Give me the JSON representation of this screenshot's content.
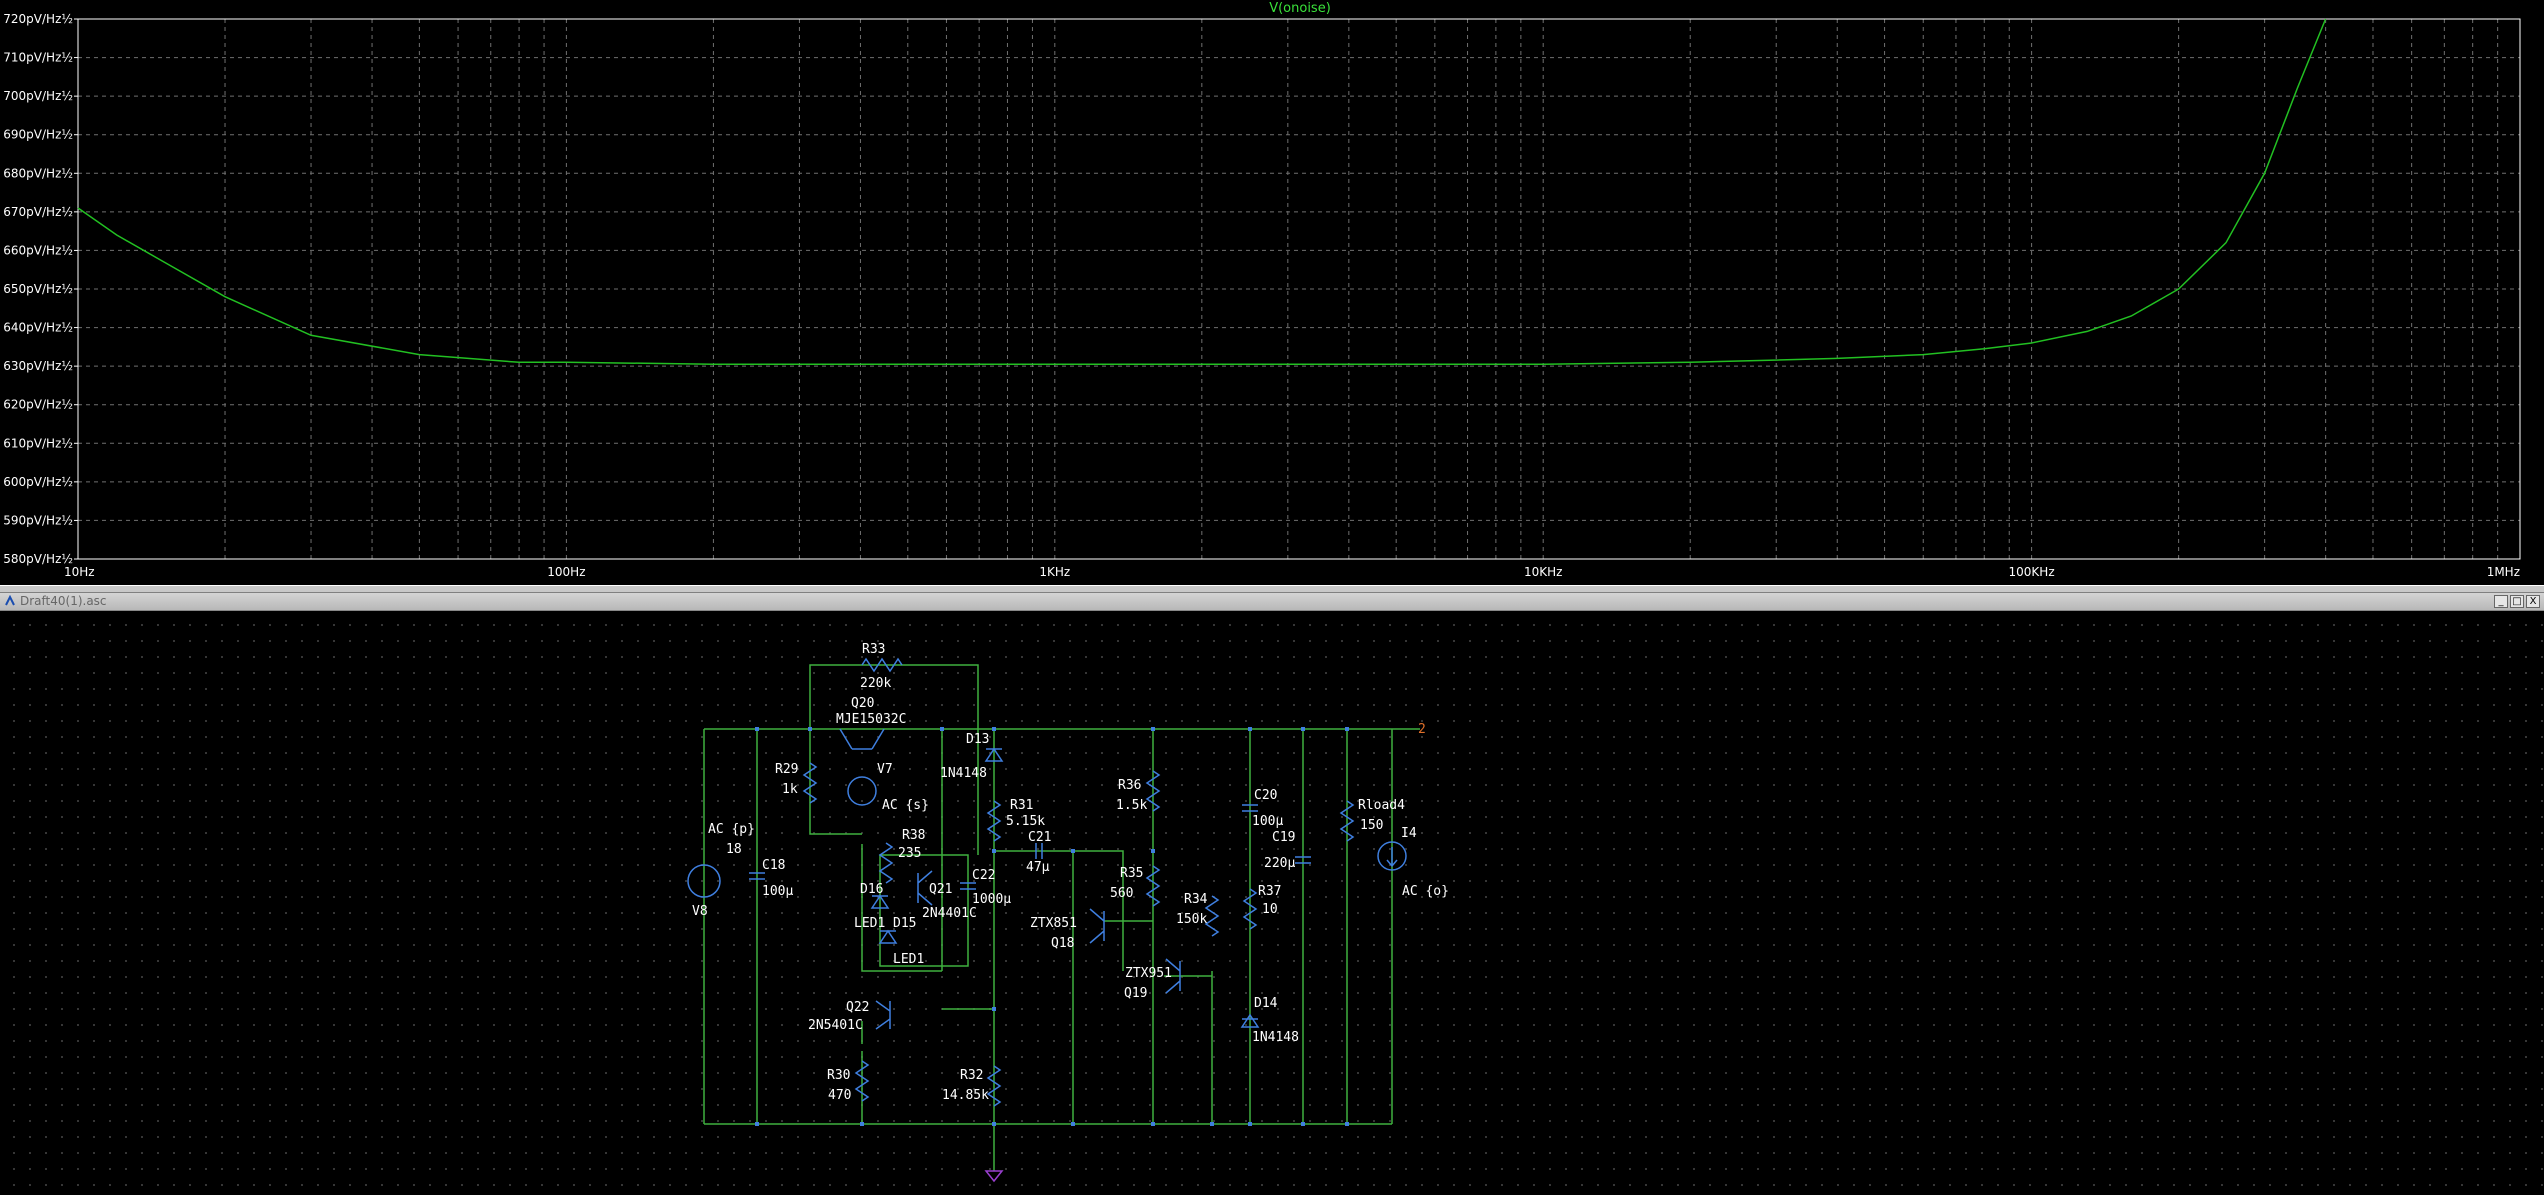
{
  "plot": {
    "trace_label": "V(onoise)",
    "y_ticks": [
      "720pV/Hz½",
      "710pV/Hz½",
      "700pV/Hz½",
      "690pV/Hz½",
      "680pV/Hz½",
      "670pV/Hz½",
      "660pV/Hz½",
      "650pV/Hz½",
      "640pV/Hz½",
      "630pV/Hz½",
      "620pV/Hz½",
      "610pV/Hz½",
      "600pV/Hz½",
      "590pV/Hz½",
      "580pV/Hz½"
    ],
    "x_ticks": [
      "10Hz",
      "100Hz",
      "1KHz",
      "10KHz",
      "100KHz",
      "1MHz"
    ],
    "colors": {
      "trace": "#22c022",
      "frame": "#ffffff",
      "grid": "#707070"
    }
  },
  "chart_data": {
    "type": "line",
    "xscale": "log",
    "xlim": [
      10,
      1000000
    ],
    "ylim": [
      580,
      720
    ],
    "xlabel": "",
    "ylabel": "",
    "series": [
      {
        "name": "V(onoise)",
        "x": [
          10,
          12,
          15,
          20,
          30,
          50,
          80,
          100,
          200,
          500,
          1000,
          2000,
          5000,
          10000,
          20000,
          40000,
          60000,
          80000,
          100000,
          130000,
          160000,
          200000,
          250000,
          300000,
          350000,
          400000
        ],
        "y": [
          671,
          664,
          657,
          648,
          638,
          633,
          631,
          631,
          630.5,
          630.5,
          630.5,
          630.5,
          630.5,
          630.5,
          631,
          632,
          633,
          634.5,
          636,
          639,
          643,
          650,
          662,
          680,
          702,
          720
        ]
      }
    ]
  },
  "schematic": {
    "window_title": "Draft40(1).asc",
    "window_buttons": [
      "_",
      "□",
      "X"
    ],
    "net_label": "2",
    "parts": [
      {
        "ref": "R33",
        "val": "220k"
      },
      {
        "ref": "Q20",
        "val": "MJE15032C"
      },
      {
        "ref": "R29",
        "val": "1k"
      },
      {
        "ref": "V7",
        "val": "AC {s}"
      },
      {
        "ref": "D13",
        "val": "1N4148"
      },
      {
        "ref": "R31",
        "val": "5.15k"
      },
      {
        "ref": "C21",
        "val": "47µ"
      },
      {
        "ref": "R36",
        "val": "1.5k"
      },
      {
        "ref": "C20",
        "val": "100µ"
      },
      {
        "ref": "C19",
        "val": "220µ"
      },
      {
        "ref": "Rload4",
        "val": "150"
      },
      {
        "ref": "I4",
        "val": "AC {o}"
      },
      {
        "ref": "V8",
        "val": "AC {p}"
      },
      {
        "ref": "V8_amp",
        "val": "18"
      },
      {
        "ref": "C18",
        "val": "100µ"
      },
      {
        "ref": "R38",
        "val": "235"
      },
      {
        "ref": "C22",
        "val": "1000µ"
      },
      {
        "ref": "D16",
        "val": "LED1"
      },
      {
        "ref": "D15",
        "val": "LED1"
      },
      {
        "ref": "Q21",
        "val": "2N4401C"
      },
      {
        "ref": "R35",
        "val": "560"
      },
      {
        "ref": "Q18",
        "val": "ZTX851"
      },
      {
        "ref": "R34",
        "val": "150k"
      },
      {
        "ref": "R37",
        "val": "10"
      },
      {
        "ref": "Q19",
        "val": "ZTX951"
      },
      {
        "ref": "D14",
        "val": "1N4148"
      },
      {
        "ref": "Q22",
        "val": "2N5401C"
      },
      {
        "ref": "R30",
        "val": "470"
      },
      {
        "ref": "R32",
        "val": "14.85k"
      }
    ]
  }
}
